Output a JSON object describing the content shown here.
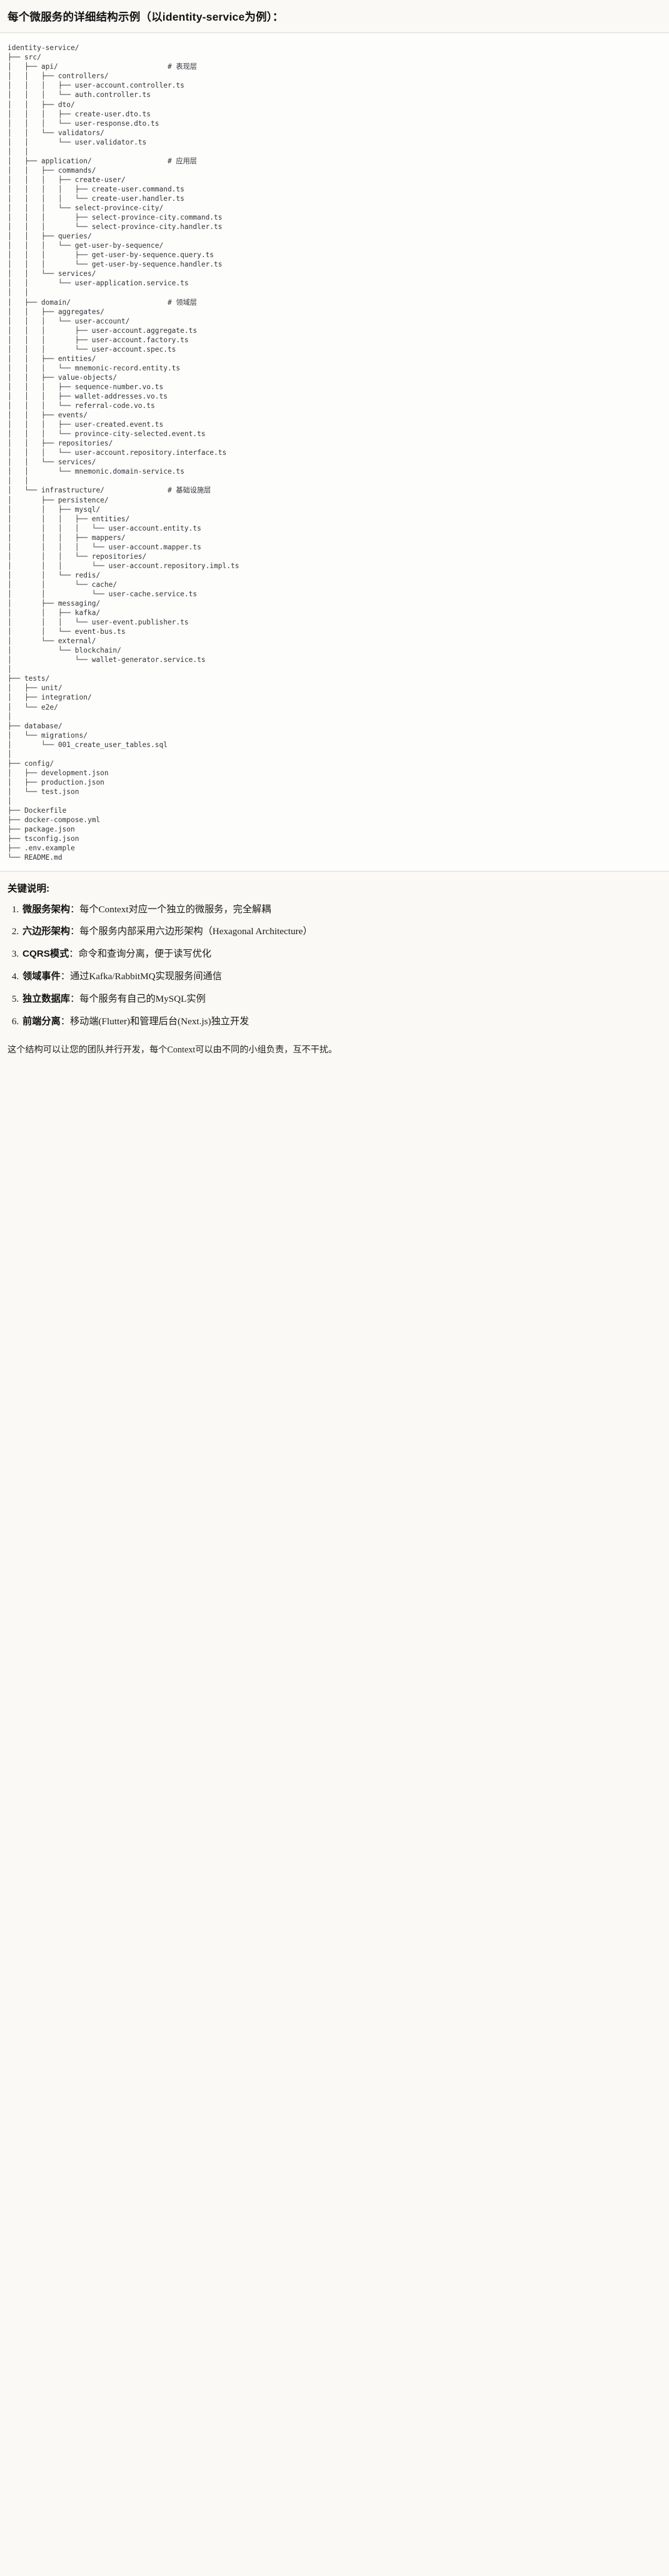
{
  "document": {
    "title": "每个微服务的详细结构示例（以identity-service为例）：",
    "tree_text": "identity-service/\n├── src/\n│   ├── api/                          # 表现层\n│   │   ├── controllers/\n│   │   │   ├── user-account.controller.ts\n│   │   │   └── auth.controller.ts\n│   │   ├── dto/\n│   │   │   ├── create-user.dto.ts\n│   │   │   └── user-response.dto.ts\n│   │   └── validators/\n│   │       └── user.validator.ts\n│   │\n│   ├── application/                  # 应用层\n│   │   ├── commands/\n│   │   │   ├── create-user/\n│   │   │   │   ├── create-user.command.ts\n│   │   │   │   └── create-user.handler.ts\n│   │   │   └── select-province-city/\n│   │   │       ├── select-province-city.command.ts\n│   │   │       └── select-province-city.handler.ts\n│   │   ├── queries/\n│   │   │   └── get-user-by-sequence/\n│   │   │       ├── get-user-by-sequence.query.ts\n│   │   │       └── get-user-by-sequence.handler.ts\n│   │   └── services/\n│   │       └── user-application.service.ts\n│   │\n│   ├── domain/                       # 领域层\n│   │   ├── aggregates/\n│   │   │   └── user-account/\n│   │   │       ├── user-account.aggregate.ts\n│   │   │       ├── user-account.factory.ts\n│   │   │       └── user-account.spec.ts\n│   │   ├── entities/\n│   │   │   └── mnemonic-record.entity.ts\n│   │   ├── value-objects/\n│   │   │   ├── sequence-number.vo.ts\n│   │   │   ├── wallet-addresses.vo.ts\n│   │   │   └── referral-code.vo.ts\n│   │   ├── events/\n│   │   │   ├── user-created.event.ts\n│   │   │   └── province-city-selected.event.ts\n│   │   ├── repositories/\n│   │   │   └── user-account.repository.interface.ts\n│   │   └── services/\n│   │       └── mnemonic.domain-service.ts\n│   │\n│   └── infrastructure/               # 基础设施层\n│       ├── persistence/\n│       │   ├── mysql/\n│       │   │   ├── entities/\n│       │   │   │   └── user-account.entity.ts\n│       │   │   ├── mappers/\n│       │   │   │   └── user-account.mapper.ts\n│       │   │   └── repositories/\n│       │   │       └── user-account.repository.impl.ts\n│       │   └── redis/\n│       │       └── cache/\n│       │           └── user-cache.service.ts\n│       ├── messaging/\n│       │   ├── kafka/\n│       │   │   └── user-event.publisher.ts\n│       │   └── event-bus.ts\n│       └── external/\n│           └── blockchain/\n│               └── wallet-generator.service.ts\n│\n├── tests/\n│   ├── unit/\n│   ├── integration/\n│   └── e2e/\n│\n├── database/\n│   └── migrations/\n│       └── 001_create_user_tables.sql\n│\n├── config/\n│   ├── development.json\n│   ├── production.json\n│   └── test.json\n│\n├── Dockerfile\n├── docker-compose.yml\n├── package.json\n├── tsconfig.json\n├── .env.example\n└── README.md",
    "keys_heading": "关键说明:",
    "keys": [
      {
        "label": "微服务架构",
        "sep": "：",
        "text": "每个Context对应一个独立的微服务，完全解耦"
      },
      {
        "label": "六边形架构",
        "sep": "：",
        "text": "每个服务内部采用六边形架构（Hexagonal Architecture）"
      },
      {
        "label": "CQRS模式",
        "sep": "：",
        "text": "命令和查询分离，便于读写优化"
      },
      {
        "label": "领域事件",
        "sep": "：",
        "text": "通过Kafka/RabbitMQ实现服务间通信"
      },
      {
        "label": "独立数据库",
        "sep": "：",
        "text": "每个服务有自己的MySQL实例"
      },
      {
        "label": "前端分离",
        "sep": "：",
        "text": "移动端(Flutter)和管理后台(Next.js)独立开发"
      }
    ],
    "footer_note": "这个结构可以让您的团队并行开发，每个Context可以由不同的小组负责，互不干扰。"
  },
  "colors": {
    "page_background": "#faf9f6",
    "code_background": "#fdfdfc",
    "rule": "#dddbd4",
    "code_text": "#2f3337",
    "heading_text": "#111111",
    "body_text": "#1a1a1a"
  }
}
